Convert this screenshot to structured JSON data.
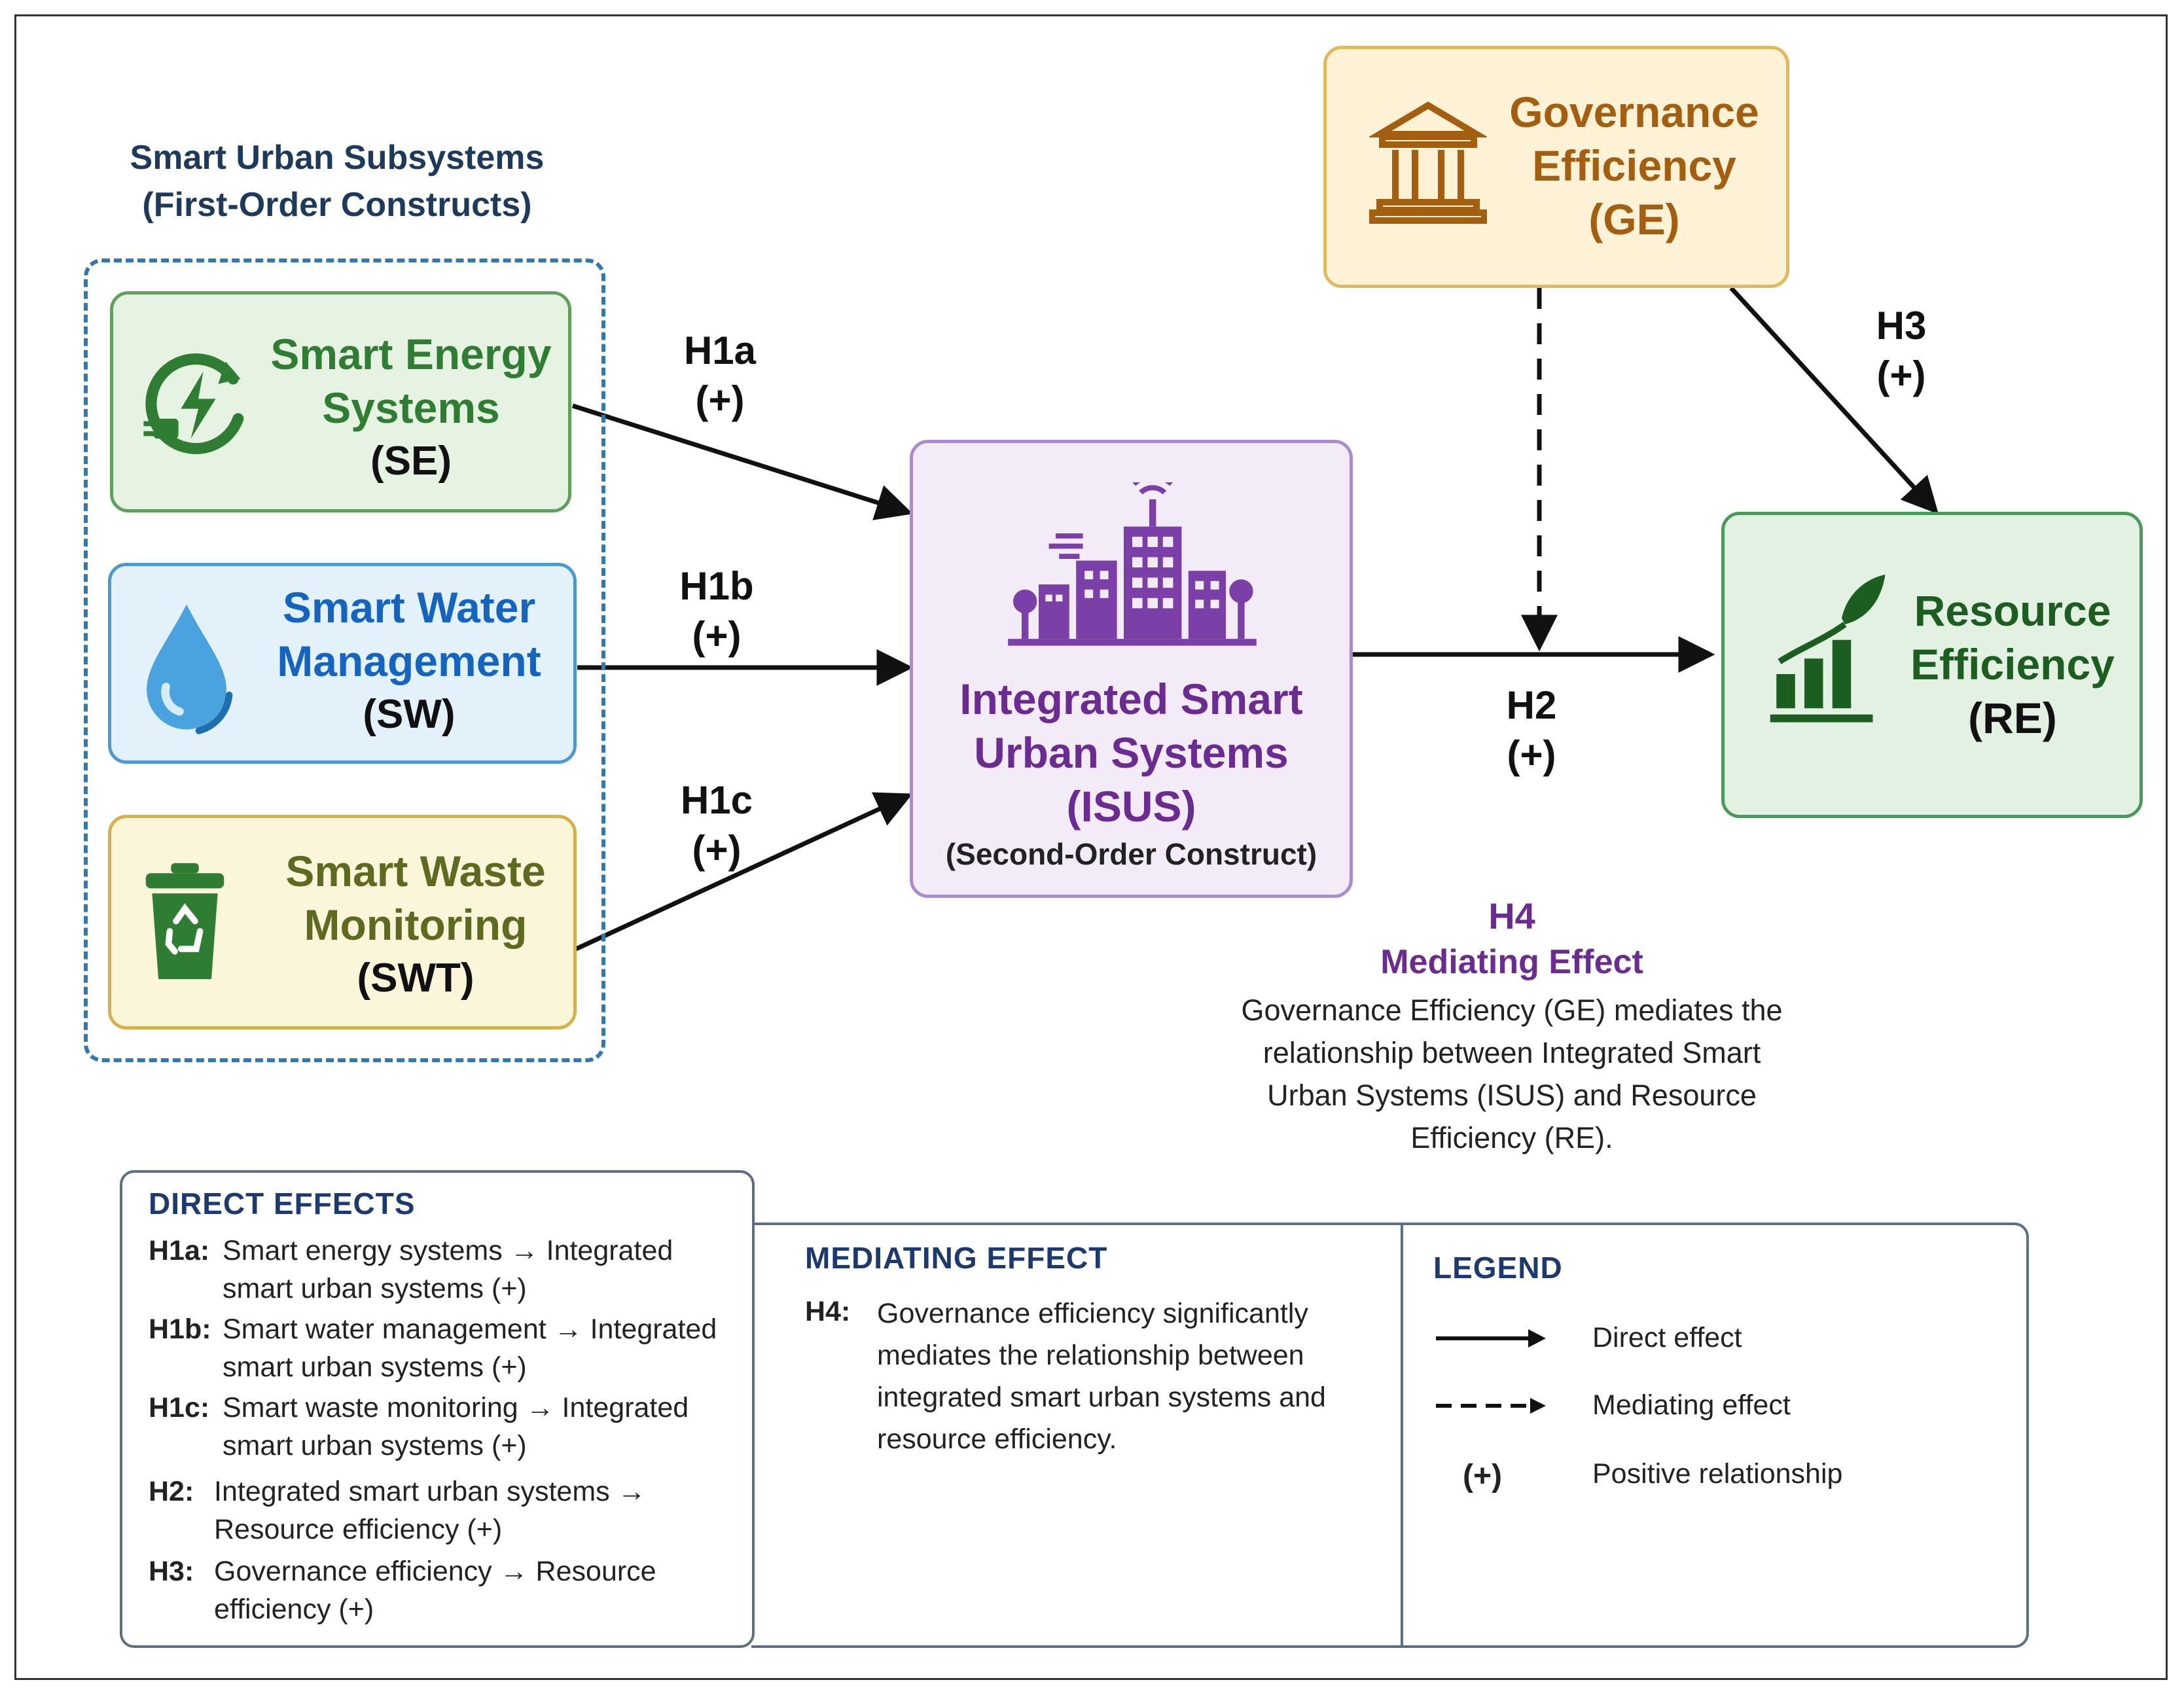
{
  "group": {
    "title_line1": "Smart Urban Subsystems",
    "title_line2": "(First-Order Constructs)"
  },
  "nodes": {
    "se": {
      "line1": "Smart Energy",
      "line2": "Systems",
      "abbr": "(SE)",
      "icon": "energy-icon",
      "color": "#2e7d32",
      "fill": "#e6f3e3"
    },
    "sw": {
      "line1": "Smart Water",
      "line2": "Management",
      "abbr": "(SW)",
      "icon": "water-drop-icon",
      "color": "#1565c0",
      "fill": "#e3f1fb"
    },
    "swt": {
      "line1": "Smart Waste",
      "line2": "Monitoring",
      "abbr": "(SWT)",
      "icon": "recycle-bin-icon",
      "color": "#5d6a1f",
      "fill": "#fbf5d9"
    },
    "isus": {
      "line1": "Integrated Smart",
      "line2": "Urban Systems",
      "abbr": "(ISUS)",
      "note": "(Second-Order Construct)",
      "icon": "smart-city-icon",
      "color": "#6a2c91",
      "fill": "#f3ecf8"
    },
    "ge": {
      "line1": "Governance",
      "line2": "Efficiency",
      "abbr": "(GE)",
      "icon": "government-building-icon",
      "color": "#a35f0f",
      "fill": "#fdf1d6"
    },
    "re": {
      "line1": "Resource",
      "line2": "Efficiency",
      "abbr": "(RE)",
      "icon": "growth-chart-icon",
      "color": "#1b5e20",
      "fill": "#e2f1e2"
    }
  },
  "edges": {
    "h1a": {
      "code": "H1a",
      "sign": "(+)"
    },
    "h1b": {
      "code": "H1b",
      "sign": "(+)"
    },
    "h1c": {
      "code": "H1c",
      "sign": "(+)"
    },
    "h2": {
      "code": "H2",
      "sign": "(+)"
    },
    "h3": {
      "code": "H3",
      "sign": "(+)"
    }
  },
  "h4_note": {
    "code": "H4",
    "title": "Mediating Effect",
    "lines": [
      "Governance Efficiency (GE) mediates the",
      "relationship between Integrated Smart",
      "Urban Systems (ISUS) and Resource",
      "Efficiency (RE)."
    ]
  },
  "direct_effects": {
    "title": "DIRECT EFFECTS",
    "items": [
      {
        "code": "H1a:",
        "line1": "Smart energy systems → Integrated",
        "line2": "smart urban systems (+)"
      },
      {
        "code": "H1b:",
        "line1": "Smart water management → Integrated",
        "line2": "smart urban systems (+)"
      },
      {
        "code": "H1c:",
        "line1": "Smart waste monitoring → Integrated",
        "line2": "smart urban systems (+)"
      },
      {
        "code": "H2:",
        "line1": "Integrated smart urban systems →",
        "line2": "Resource efficiency (+)"
      },
      {
        "code": "H3:",
        "line1": "Governance efficiency → Resource",
        "line2": "efficiency (+)"
      }
    ]
  },
  "mediating_effect": {
    "title": "MEDIATING EFFECT",
    "code": "H4:",
    "lines": [
      "Governance efficiency significantly",
      "mediates the relationship between",
      "integrated smart urban systems and",
      "resource efficiency."
    ]
  },
  "legend": {
    "title": "LEGEND",
    "direct": "Direct effect",
    "mediating": "Mediating effect",
    "positive_symbol": "(+)",
    "positive": "Positive relationship"
  }
}
